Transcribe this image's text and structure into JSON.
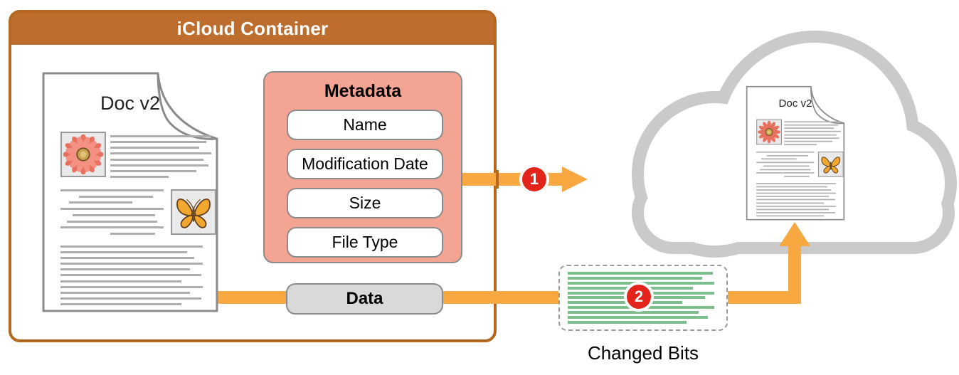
{
  "container": {
    "title": "iCloud Container"
  },
  "document": {
    "title": "Doc v2",
    "section1_lines": [
      100,
      95,
      88,
      100,
      92,
      97,
      85,
      58
    ],
    "section2_lines": [
      {
        "i": 0,
        "w": 100
      },
      {
        "i": 18,
        "w": 72
      },
      {
        "i": 8,
        "w": 62
      },
      {
        "i": 0,
        "w": 100
      },
      {
        "i": 12,
        "w": 80
      },
      {
        "i": 6,
        "w": 88
      },
      {
        "i": 0,
        "w": 100
      },
      {
        "i": 48,
        "w": 44
      }
    ],
    "section3_lines": [
      100,
      89,
      94,
      100,
      91,
      99,
      85,
      100,
      91,
      99,
      85
    ],
    "images": [
      "flower-photo",
      "butterfly-photo"
    ]
  },
  "cloud_document": {
    "title": "Doc v2"
  },
  "metadata": {
    "title": "Metadata",
    "fields": [
      "Name",
      "Modification Date",
      "Size",
      "File Type"
    ]
  },
  "data_pill": {
    "label": "Data"
  },
  "changed_bits": {
    "label": "Changed Bits",
    "lines": [
      96,
      89,
      97,
      83,
      97,
      91,
      76,
      97,
      87,
      93,
      79
    ]
  },
  "steps": {
    "step1": "1",
    "step2": "2"
  },
  "colors": {
    "container_brown": "#bd6e2e",
    "border_brown": "#b5661f",
    "salmon": "#f4a492",
    "orange": "#f7a840",
    "red": "#e2241b",
    "green": "#7dbe8e",
    "gray_line": "#aeaeae",
    "cloud_gray": "#cacaca",
    "pill_gray": "#d9d9d9",
    "stroke_gray": "#8c8c8c"
  }
}
